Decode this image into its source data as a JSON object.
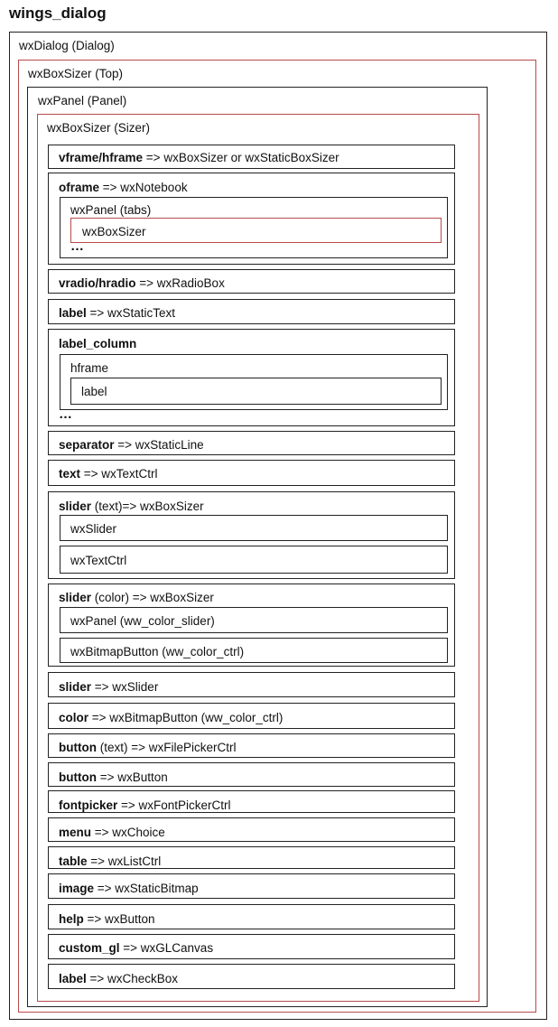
{
  "title": "wings_dialog",
  "containers": {
    "dialog": "wxDialog (Dialog)",
    "top_sizer": "wxBoxSizer (Top)",
    "panel": "wxPanel (Panel)",
    "sizer": "wxBoxSizer (Sizer)"
  },
  "rows": {
    "vframe_key": "vframe/hframe",
    "vframe_val": " => wxBoxSizer or wxStaticBoxSizer",
    "oframe_key": "oframe",
    "oframe_val": " => wxNotebook",
    "oframe_tabs": "wxPanel (tabs)",
    "oframe_inner": "wxBoxSizer",
    "oframe_more": "…",
    "vradio_key": "vradio/hradio",
    "vradio_val": " => wxRadioBox",
    "label_key": "label",
    "label_val": " => wxStaticText",
    "label_column_key": "label_column",
    "label_column_hframe": "hframe",
    "label_column_label": "label",
    "label_column_more": "…",
    "separator_key": "separator",
    "separator_val": " => wxStaticLine",
    "text_key": "text",
    "text_val": " => wxTextCtrl",
    "slider_text_key": "slider",
    "slider_text_val": " (text)=> wxBoxSizer",
    "slider_text_c1": "wxSlider",
    "slider_text_c2": "wxTextCtrl",
    "slider_color_key": "slider",
    "slider_color_val": " (color) => wxBoxSizer",
    "slider_color_c1": "wxPanel (ww_color_slider)",
    "slider_color_c2": "wxBitmapButton (ww_color_ctrl)",
    "slider_key": "slider",
    "slider_val": " => wxSlider",
    "color_key": "color",
    "color_val": " => wxBitmapButton (ww_color_ctrl)",
    "button_text_key": "button",
    "button_text_val": " (text) => wxFilePickerCtrl",
    "button_key": "button",
    "button_val": " => wxButton",
    "fontpicker_key": "fontpicker",
    "fontpicker_val": " => wxFontPickerCtrl",
    "menu_key": "menu",
    "menu_val": " => wxChoice",
    "table_key": "table",
    "table_val": " => wxListCtrl",
    "image_key": "image",
    "image_val": " => wxStaticBitmap",
    "help_key": "help",
    "help_val": " => wxButton",
    "custom_gl_key": "custom_gl",
    "custom_gl_val": " => wxGLCanvas",
    "checkbox_key": "label",
    "checkbox_val": " => wxCheckBox"
  },
  "colors": {
    "black_border": "#222222",
    "red_border": "#b84a4a"
  }
}
